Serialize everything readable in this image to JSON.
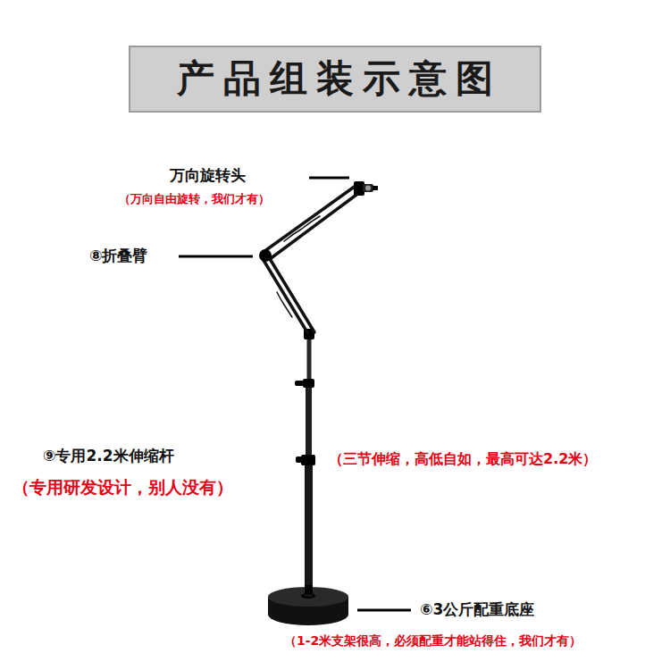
{
  "diagram": {
    "title": "产品组装示意图",
    "labels": [
      "万向旋转头",
      "（万向自由旋转，我们才有）",
      "⑧折叠臂",
      "⑨专用2.2米伸缩杆",
      "（专用研发设计，别人没有）",
      "（三节伸缩，高低自如，最高可达2.2米）",
      "⑥3公斤配重底座",
      "（1-2米支架很高，必须配重才能站得住，我们才有）"
    ]
  }
}
